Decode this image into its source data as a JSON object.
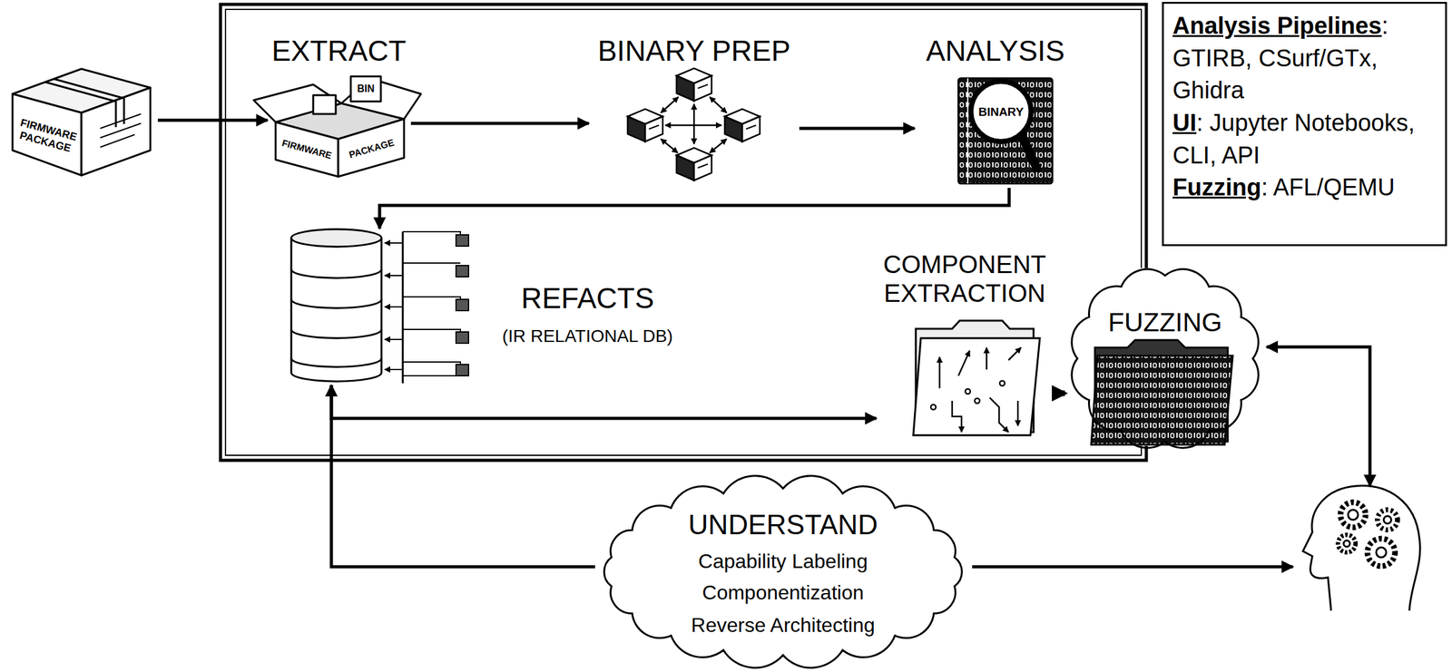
{
  "diagram": {
    "nodes": [
      {
        "text": [
          "FIRMWARE PACKAGE"
        ]
      },
      {
        "text": [
          "EXTRACT"
        ]
      },
      {
        "text": [
          "BINARY PREP"
        ]
      },
      {
        "text": [
          "ANALYSIS"
        ]
      },
      {
        "text": [
          "REFACTS",
          "(IR RELATIONAL DB)"
        ]
      },
      {
        "text": [
          "COMPONENT EXTRACTION"
        ]
      },
      {
        "text": [
          "FUZZING"
        ]
      },
      {
        "text": [
          "UNDERSTAND",
          "Capability Labeling",
          "Componentization",
          "Reverse Architecting"
        ]
      },
      {
        "text": [
          "Analysis Pipelines",
          ": GTIRB, CSurf/GTx, Ghidra",
          "UI",
          ": Jupyter Notebooks, CLI, API",
          "Fuzzing",
          ": AFL/QEMU"
        ]
      }
    ],
    "edges": [
      {
        "from": 0,
        "to": 1,
        "arrow": "to"
      },
      {
        "from": 1,
        "to": 2,
        "arrow": "to"
      },
      {
        "from": 2,
        "to": 3,
        "arrow": "to"
      },
      {
        "from": 3,
        "to": 4,
        "arrow": "to"
      },
      {
        "from": 4,
        "to": 5,
        "arrow": "to"
      },
      {
        "from": 5,
        "to": 6,
        "arrow": "to"
      },
      {
        "from": 7,
        "to": 4,
        "arrow": "to"
      }
    ],
    "labels": [
      "FIRMWARE",
      "PACKAGE",
      "BIN",
      "BINARY"
    ]
  }
}
